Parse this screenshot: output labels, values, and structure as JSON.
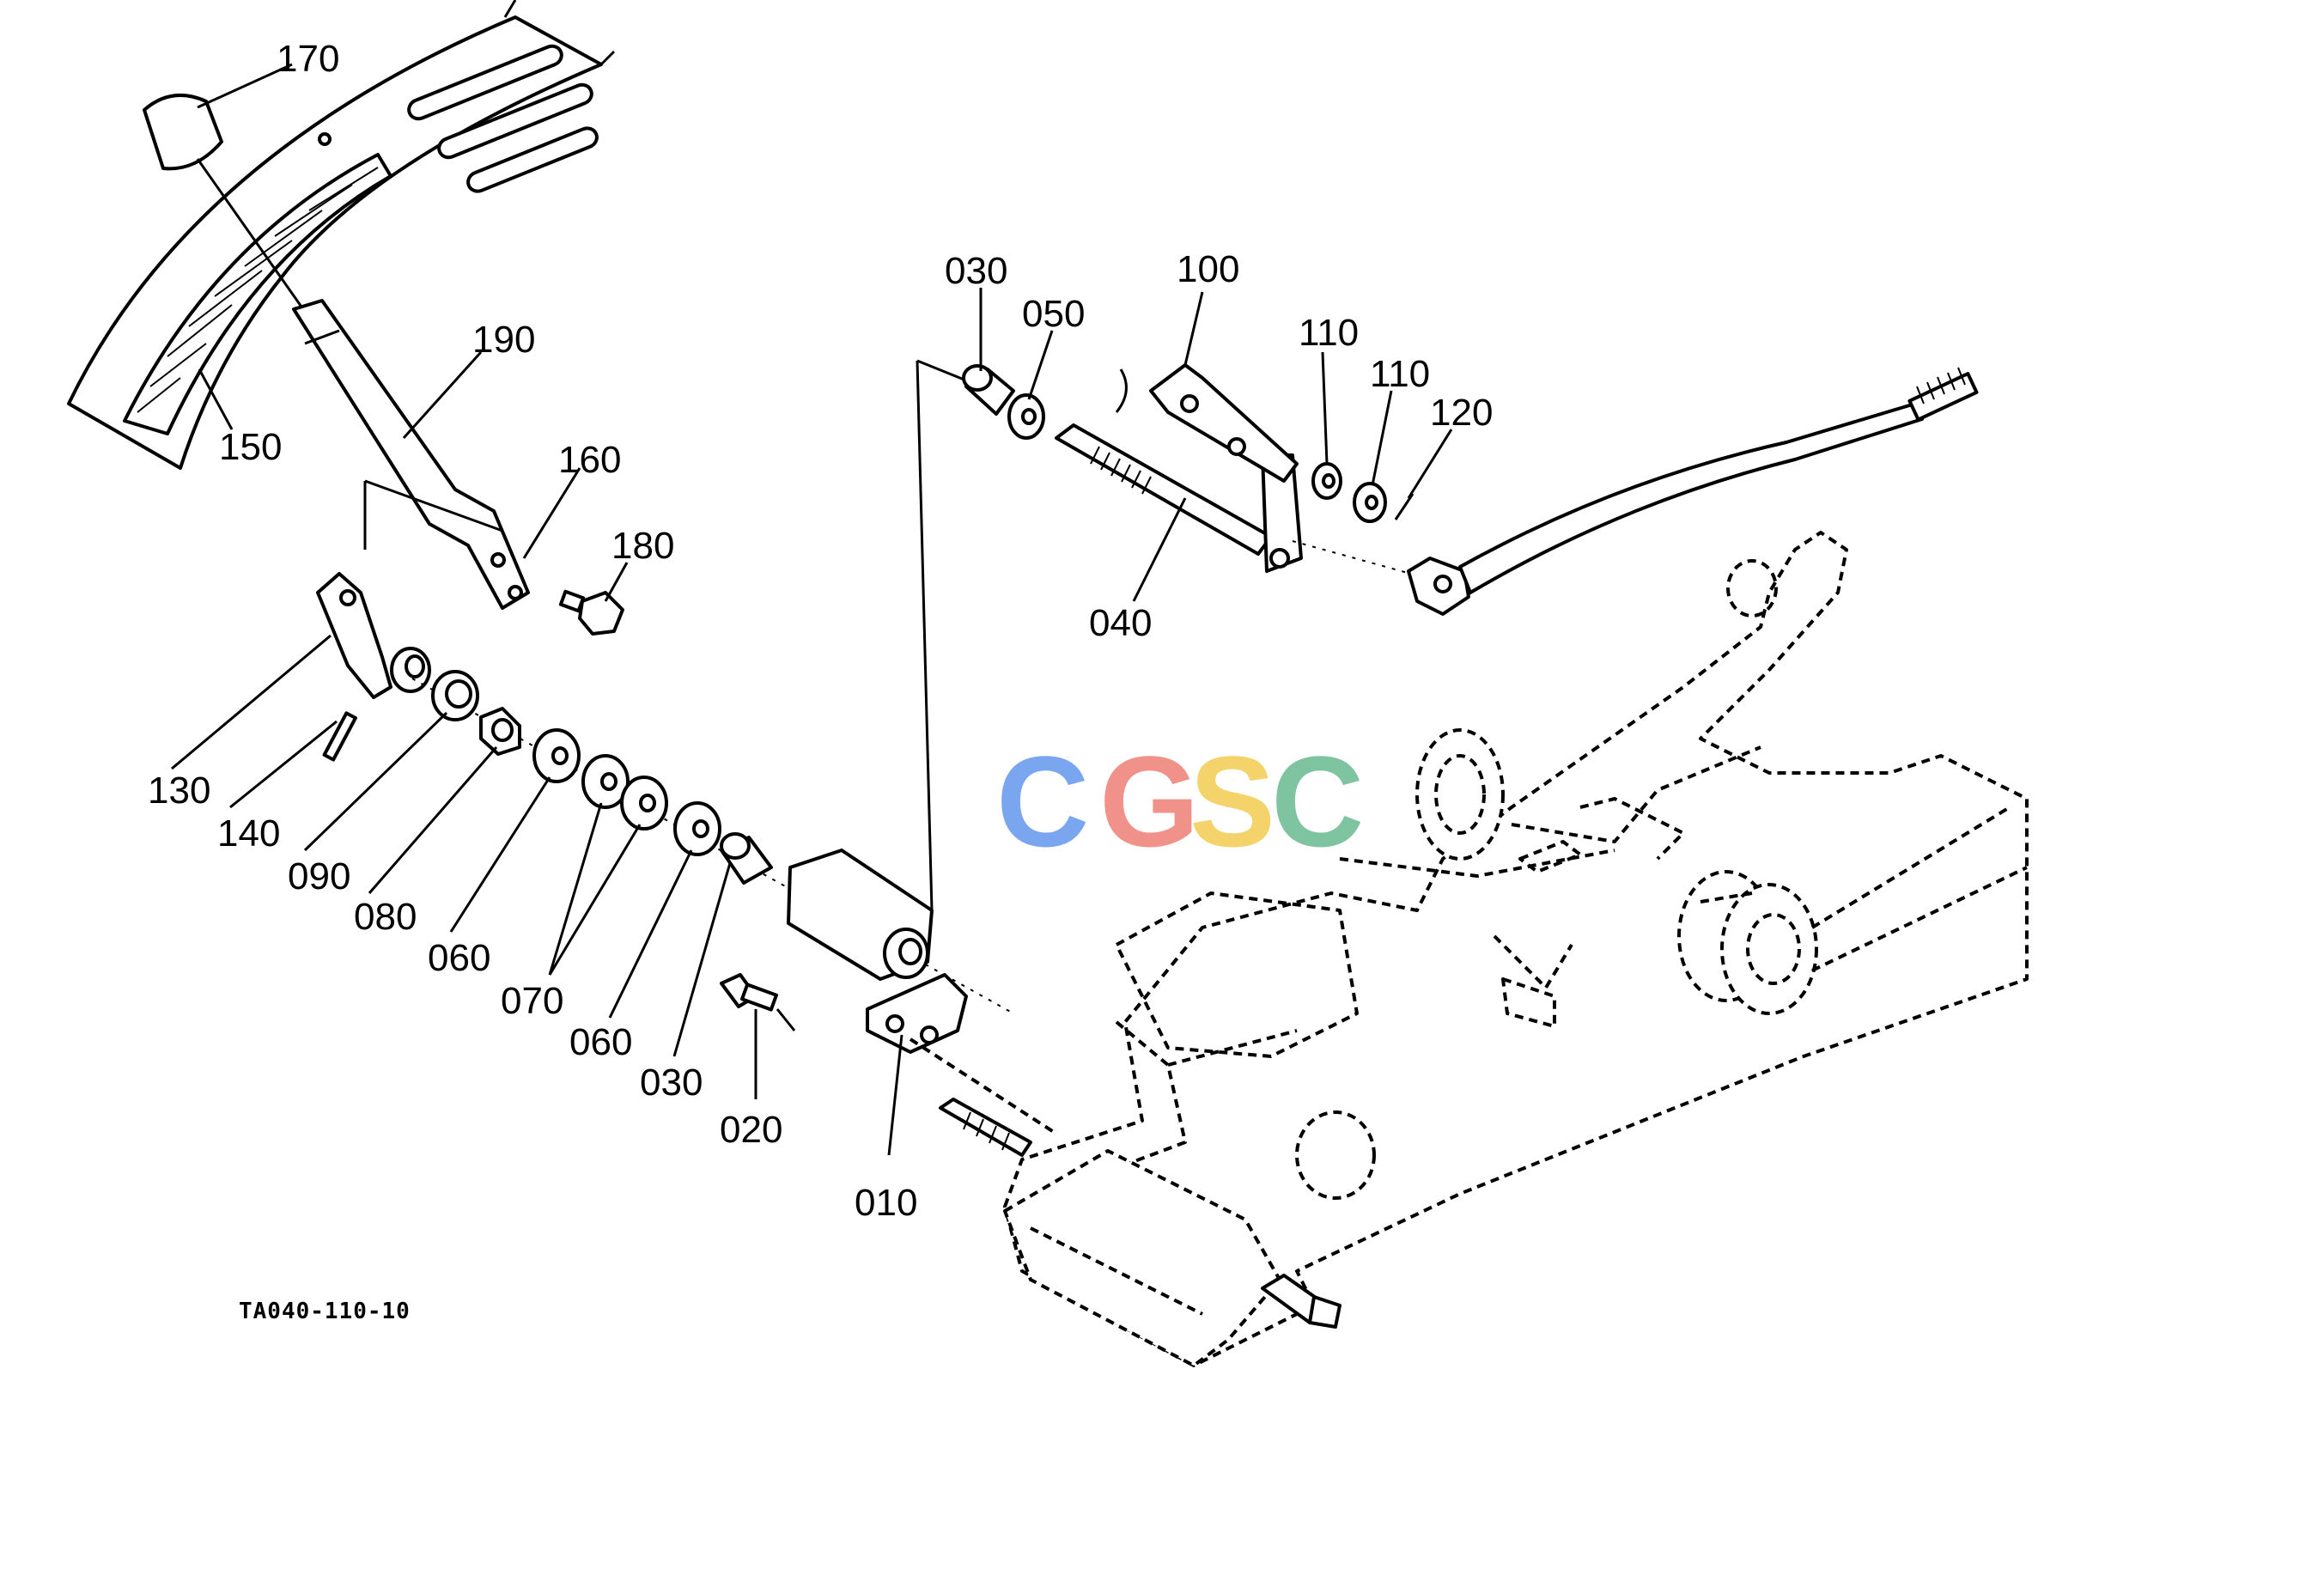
{
  "labels": {
    "p170": "170",
    "p190": "190",
    "p150": "150",
    "p160": "160",
    "p180": "180",
    "p130": "130",
    "p140": "140",
    "p090": "090",
    "p080": "080",
    "p060a": "060",
    "p070": "070",
    "p060b": "060",
    "p030a": "030",
    "p020": "020",
    "p010": "010",
    "p030b": "030",
    "p050": "050",
    "p100": "100",
    "p110a": "110",
    "p110b": "110",
    "p120": "120",
    "p040": "040"
  },
  "drawing_code": "TA040-110-10",
  "watermark": {
    "c1": "C",
    "g": "G",
    "s": "S",
    "c2": "C"
  },
  "colors": {
    "wm_c1": "#7aa6f0",
    "wm_g": "#f0928a",
    "wm_s": "#f5d36b",
    "wm_c2": "#7fc4a0"
  }
}
